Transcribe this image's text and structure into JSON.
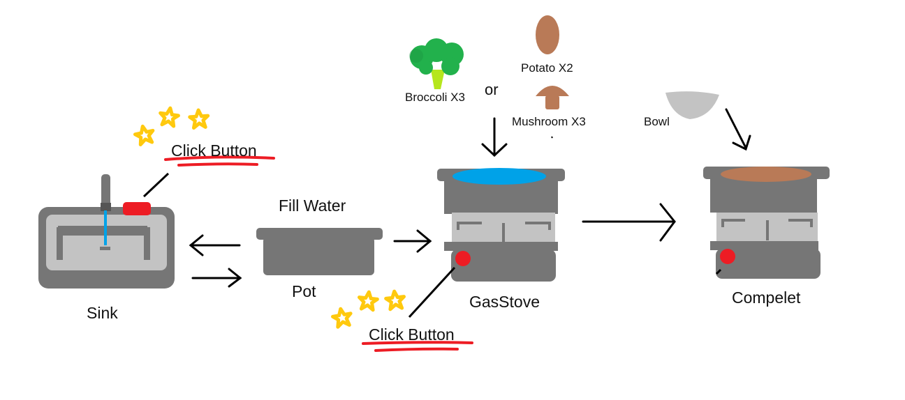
{
  "diagram": {
    "sink_label": "Sink",
    "pot_label": "Pot",
    "fill_water_label": "Fill Water",
    "gas_stove_label": "GasStove",
    "complete_label": "Compelet",
    "click_button_sink": "Click Button",
    "click_button_stove": "Click Button",
    "broccoli_label": "Broccoli X3",
    "or_label": "or",
    "potato_label": "Potato X2",
    "mushroom_label": "Mushroom X3",
    "bowl_label": "Bowl"
  },
  "colors": {
    "appliance_gray": "#767676",
    "inner_gray": "#c3c3c3",
    "button_red": "#ed1c24",
    "water_blue": "#00a2e8",
    "soup_brown": "#b97a57",
    "broccoli_green": "#22b14c",
    "broccoli_stem": "#b5e61d",
    "star_yellow": "#ffc90e",
    "bowl_gray": "#c3c3c3",
    "arrow_black": "#000000"
  },
  "icons": [
    "sink-icon",
    "pot-icon",
    "gas-stove-icon",
    "complete-pot-icon",
    "broccoli-icon",
    "potato-icon",
    "mushroom-icon",
    "bowl-icon",
    "star-icon"
  ]
}
